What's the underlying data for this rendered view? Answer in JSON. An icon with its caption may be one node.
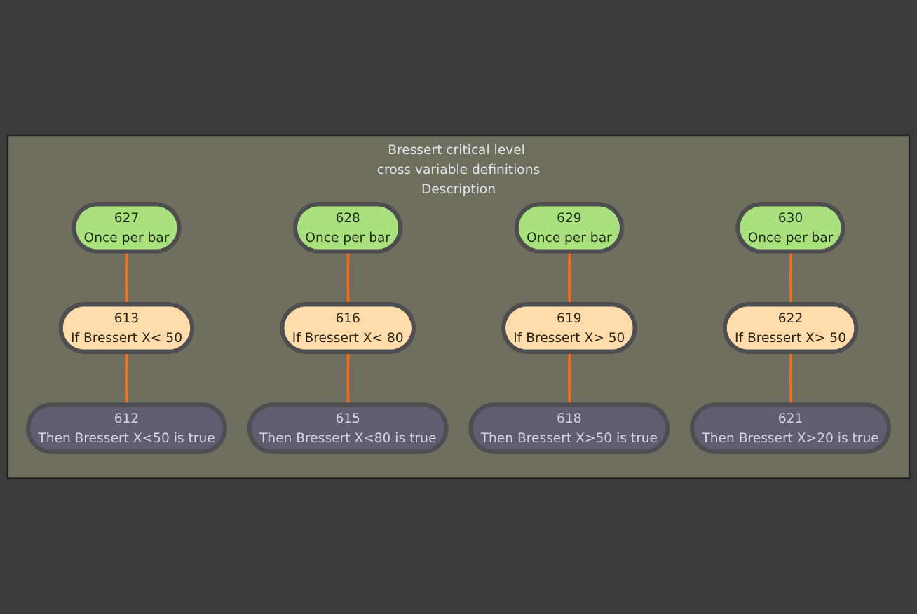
{
  "diagram": {
    "nodes": [
      {
        "text": [
          "Bressert critical level cross variable definitions",
          "Description"
        ]
      },
      {
        "text": [
          "627",
          "Once per bar"
        ],
        "in": 0
      },
      {
        "text": [
          "628",
          "Once per bar"
        ],
        "in": 0
      },
      {
        "text": [
          "613",
          "If Bressert X< 50"
        ],
        "in": 0
      },
      {
        "text": [
          "616",
          "If Bressert X< 80"
        ],
        "in": 0
      },
      {
        "text": [
          "612",
          "Then Bressert X<50 is true"
        ],
        "in": 0
      },
      {
        "text": [
          "615",
          "Then Bressert X<80 is true"
        ],
        "in": 0
      },
      {
        "text": [
          "629",
          "Once per bar"
        ],
        "in": 0
      },
      {
        "text": [
          "630",
          "Once per bar"
        ],
        "in": 0
      },
      {
        "text": [
          "619",
          "If Bressert X> 50"
        ],
        "in": 0
      },
      {
        "text": [
          "622",
          "If Bressert X> 50"
        ],
        "in": 0
      },
      {
        "text": [
          "618",
          "Then Bressert X>50 is true"
        ],
        "in": 0
      },
      {
        "text": [
          "621",
          "Then Bressert X>20 is true"
        ],
        "in": 0
      }
    ],
    "edges": [
      {
        "from": 1,
        "to": 3,
        "arrow": "none"
      },
      {
        "from": 3,
        "to": 5,
        "arrow": "none"
      },
      {
        "from": 2,
        "to": 4,
        "arrow": "none"
      },
      {
        "from": 4,
        "to": 6,
        "arrow": "none"
      },
      {
        "from": 7,
        "to": 9,
        "arrow": "none"
      },
      {
        "from": 9,
        "to": 11,
        "arrow": "none"
      },
      {
        "from": 8,
        "to": 10,
        "arrow": "none"
      },
      {
        "from": 10,
        "to": 12,
        "arrow": "none"
      }
    ]
  }
}
